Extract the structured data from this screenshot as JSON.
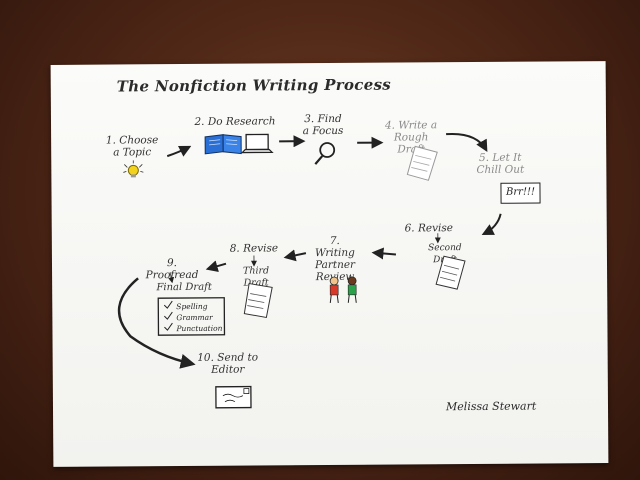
{
  "title": "The Nonfiction Writing Process",
  "steps": [
    {
      "num": "1.",
      "label": "Choose a Topic"
    },
    {
      "num": "2.",
      "label": "Do Research"
    },
    {
      "num": "3.",
      "label": "Find a Focus"
    },
    {
      "num": "4.",
      "label": "Write a Rough Draft"
    },
    {
      "num": "5.",
      "label": "Let It Chill Out"
    },
    {
      "num": "6.",
      "label": "Revise",
      "result": "Second Draft"
    },
    {
      "num": "7.",
      "label": "Writing Partner Review"
    },
    {
      "num": "8.",
      "label": "Revise",
      "result": "Third Draft"
    },
    {
      "num": "9.",
      "label": "Proofread",
      "result": "Final Draft"
    },
    {
      "num": "10.",
      "label": "Send to Editor"
    }
  ],
  "bubble_text": "Brr!!!",
  "checklist": [
    "Spelling",
    "Grammar",
    "Punctuation"
  ],
  "signature": "Melissa Stewart",
  "colors": {
    "lightbulb": "#f2d21b",
    "book": "#2a6fd6",
    "person1": "#d83a2a",
    "person2": "#2aa14a"
  },
  "icons": [
    "lightbulb-icon",
    "book-icon",
    "laptop-icon",
    "magnifier-icon",
    "draft-page-icon",
    "people-icon",
    "envelope-icon"
  ]
}
